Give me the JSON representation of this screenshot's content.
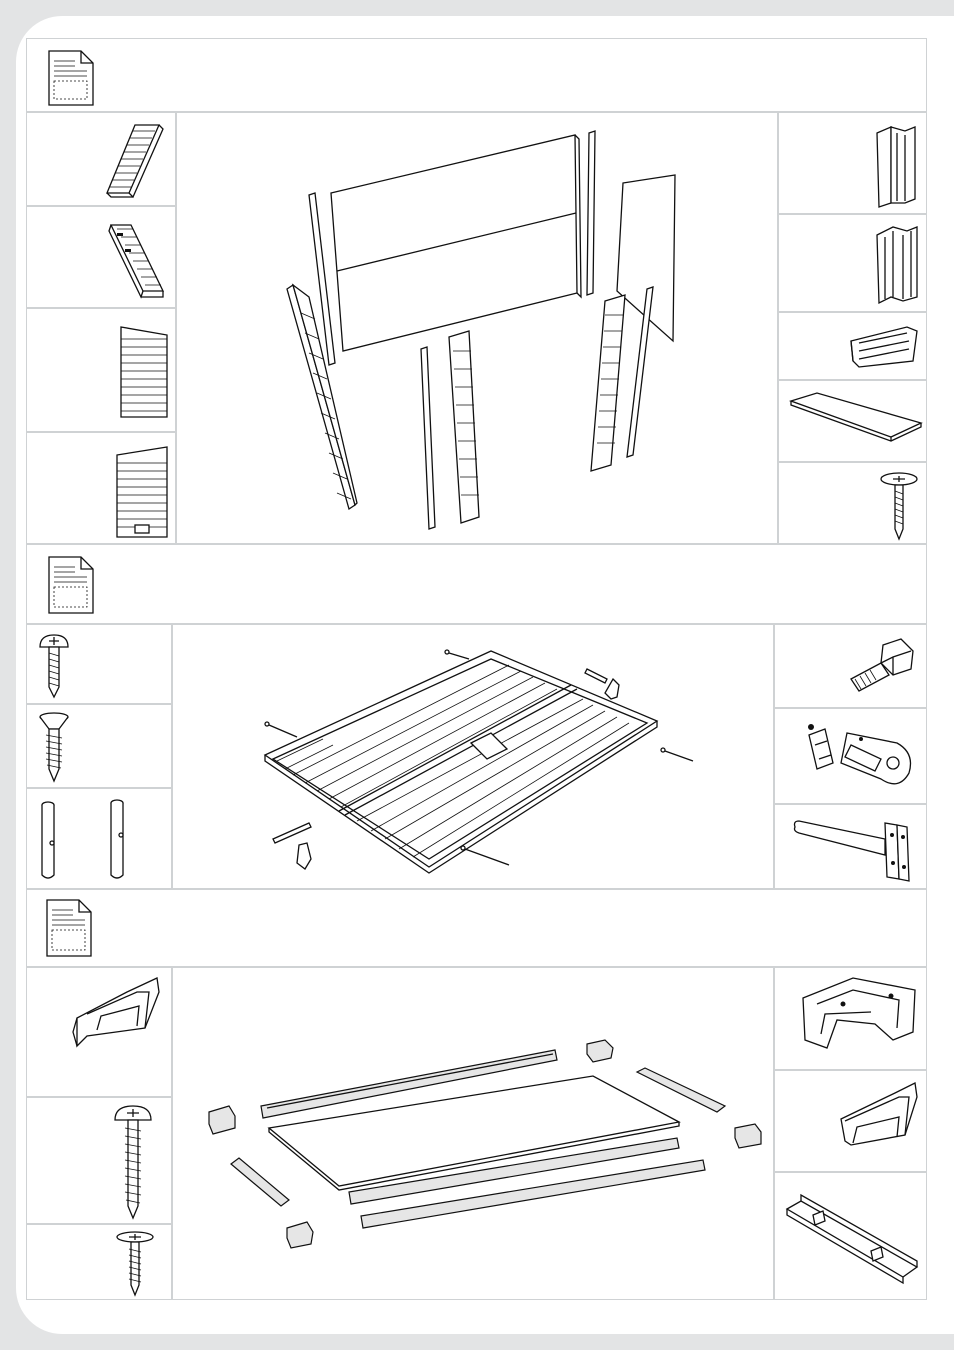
{
  "document": {
    "type": "assembly-instructions-parts-page",
    "sections": [
      {
        "id": "walls",
        "header_icon": "document-icon",
        "left_parts": [
          "wall-panel-narrow-icon",
          "wall-panel-slotted-icon",
          "wall-panel-wide-icon",
          "wall-panel-wide-vent-icon"
        ],
        "main_diagram": "wall-assembly-exploded-diagram",
        "right_parts": [
          "corner-profile-icon",
          "connector-profile-icon",
          "vent-grille-icon",
          "shelf-board-icon",
          "flange-screw-icon"
        ]
      },
      {
        "id": "doors",
        "header_icon": "document-icon",
        "left_parts": [
          "pan-head-screw-icon",
          "countersunk-screw-icon",
          "door-pin-pair-icon"
        ],
        "main_diagram": "door-assembly-diagram",
        "right_parts": [
          "threaded-bolt-icon",
          "door-latch-icon",
          "strap-hinge-icon"
        ]
      },
      {
        "id": "floor",
        "header_icon": "document-icon",
        "left_parts": [
          "floor-corner-profile-icon",
          "long-screw-icon",
          "short-flange-screw-icon"
        ],
        "main_diagram": "floor-frame-exploded-diagram",
        "right_parts": [
          "corner-connector-icon",
          "edge-profile-icon",
          "angle-rail-icon"
        ]
      }
    ]
  }
}
